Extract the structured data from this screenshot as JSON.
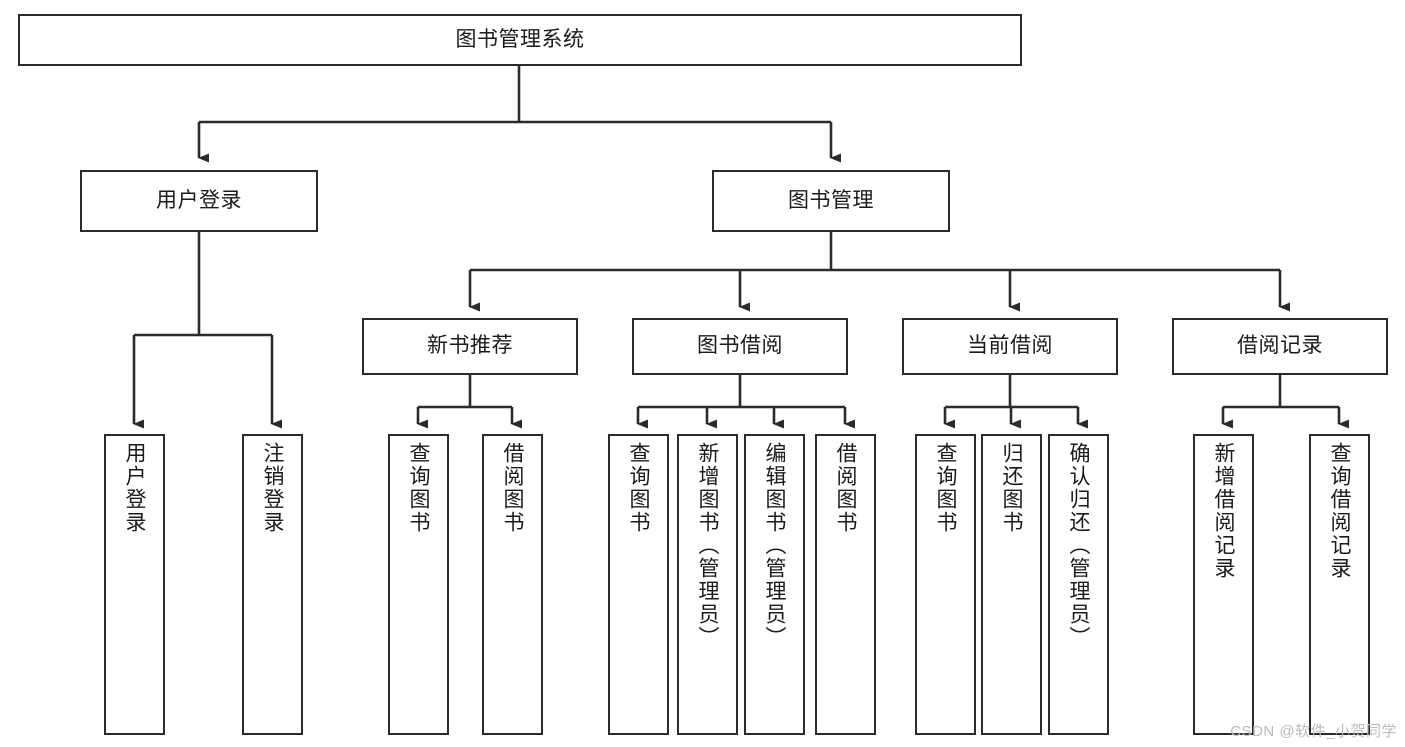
{
  "diagram": {
    "title": "图书管理系统",
    "style": {
      "stroke": "#2b2b2b",
      "fill": "#ffffff",
      "text": "#1b1b1b",
      "watermark_color": "#b9bcc2"
    },
    "levels": {
      "root": "图书管理系统",
      "level1": [
        "用户登录",
        "图书管理"
      ],
      "level2": [
        "新书推荐",
        "图书借阅",
        "当前借阅",
        "借阅记录"
      ]
    },
    "nodes": {
      "root": {
        "label": "图书管理系统"
      },
      "user_login": {
        "label": "用户登录"
      },
      "book_manage": {
        "label": "图书管理"
      },
      "new_book_rec": {
        "label": "新书推荐"
      },
      "book_borrow": {
        "label": "图书借阅"
      },
      "current_borrow": {
        "label": "当前借阅"
      },
      "borrow_record": {
        "label": "借阅记录"
      },
      "leaf_user_login": {
        "label": "用户登录"
      },
      "leaf_logout": {
        "label": "注销登录"
      },
      "leaf_query_book_1": {
        "label": "查询图书"
      },
      "leaf_borrow_book_1": {
        "label": "借阅图书"
      },
      "leaf_query_book_2": {
        "label": "查询图书"
      },
      "leaf_add_book": {
        "label": "新增图书（管理员）"
      },
      "leaf_edit_book": {
        "label": "编辑图书（管理员）"
      },
      "leaf_borrow_book_2": {
        "label": "借阅图书"
      },
      "leaf_query_book_3": {
        "label": "查询图书"
      },
      "leaf_return_book": {
        "label": "归还图书"
      },
      "leaf_confirm_return": {
        "label": "确认归还（管理员）"
      },
      "leaf_add_record": {
        "label": "新增借阅记录"
      },
      "leaf_query_record": {
        "label": "查询借阅记录"
      }
    },
    "edges": [
      {
        "from": "root",
        "to": "user_login"
      },
      {
        "from": "root",
        "to": "book_manage"
      },
      {
        "from": "user_login",
        "to": "leaf_user_login"
      },
      {
        "from": "user_login",
        "to": "leaf_logout"
      },
      {
        "from": "book_manage",
        "to": "new_book_rec"
      },
      {
        "from": "book_manage",
        "to": "book_borrow"
      },
      {
        "from": "book_manage",
        "to": "current_borrow"
      },
      {
        "from": "book_manage",
        "to": "borrow_record"
      },
      {
        "from": "new_book_rec",
        "to": "leaf_query_book_1"
      },
      {
        "from": "new_book_rec",
        "to": "leaf_borrow_book_1"
      },
      {
        "from": "book_borrow",
        "to": "leaf_query_book_2"
      },
      {
        "from": "book_borrow",
        "to": "leaf_add_book"
      },
      {
        "from": "book_borrow",
        "to": "leaf_edit_book"
      },
      {
        "from": "book_borrow",
        "to": "leaf_borrow_book_2"
      },
      {
        "from": "current_borrow",
        "to": "leaf_query_book_3"
      },
      {
        "from": "current_borrow",
        "to": "leaf_return_book"
      },
      {
        "from": "current_borrow",
        "to": "leaf_confirm_return"
      },
      {
        "from": "borrow_record",
        "to": "leaf_add_record"
      },
      {
        "from": "borrow_record",
        "to": "leaf_query_record"
      }
    ]
  },
  "watermark": "CSDN @软件_小贺同学"
}
